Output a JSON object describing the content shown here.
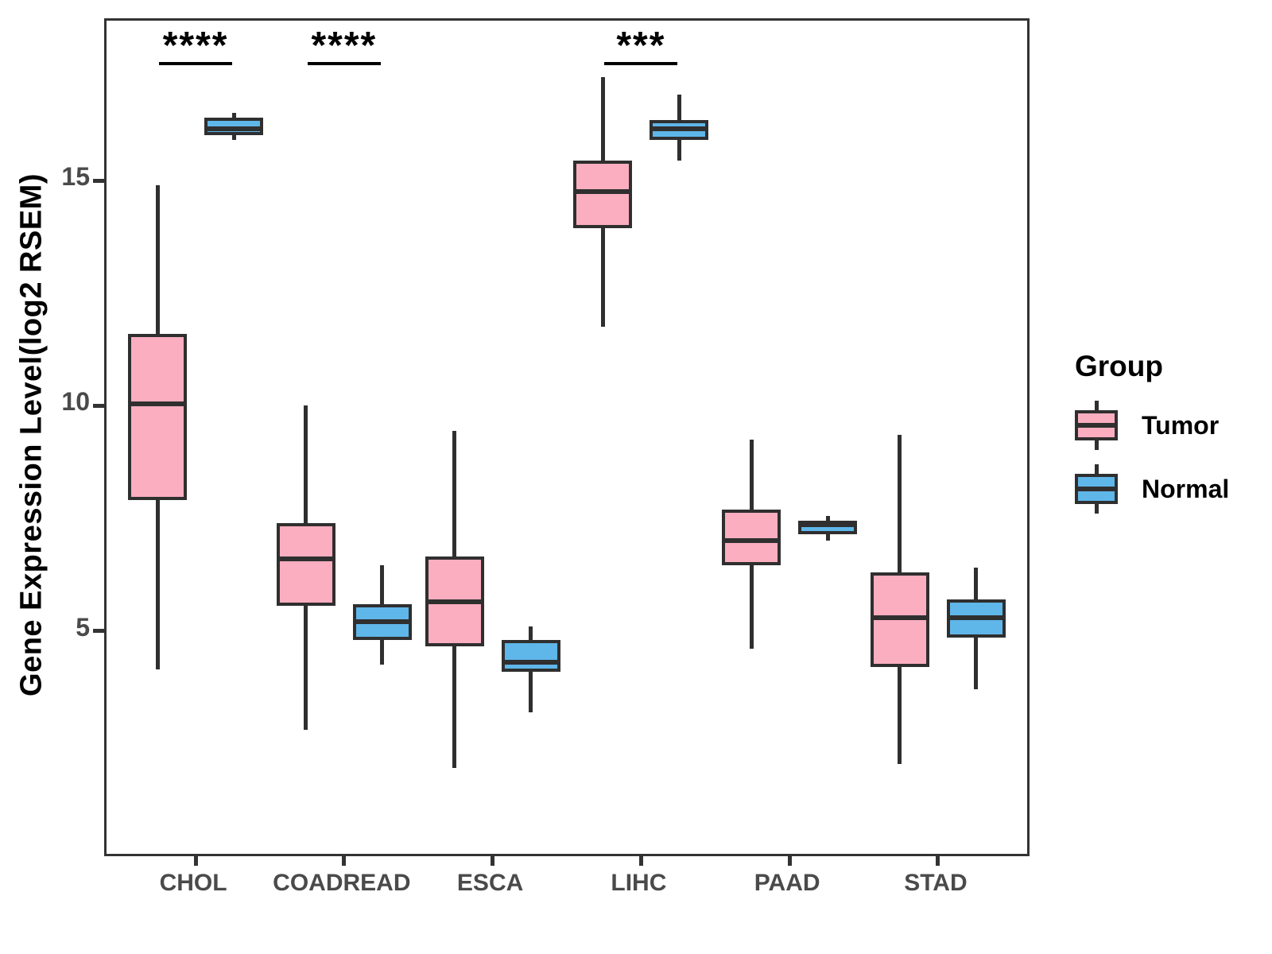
{
  "chart_data": {
    "type": "boxplot",
    "title": "",
    "xlabel": "",
    "ylabel": "Gene Expression Level(log2 RSEM)",
    "y_ticks": [
      5,
      10,
      15
    ],
    "y_range": [
      0.05,
      18.55
    ],
    "grid": "off",
    "categories": [
      "CHOL",
      "COADREAD",
      "ESCA",
      "LIHC",
      "PAAD",
      "STAD"
    ],
    "series": [
      {
        "name": "Tumor",
        "color": "#FAAEC0",
        "boxes": [
          {
            "category": "CHOL",
            "min": 4.15,
            "q1": 7.9,
            "median": 10.05,
            "q3": 11.6,
            "max": 14.9
          },
          {
            "category": "COADREAD",
            "min": 2.8,
            "q1": 5.55,
            "median": 6.6,
            "q3": 7.4,
            "max": 10.0
          },
          {
            "category": "ESCA",
            "min": 1.95,
            "q1": 4.65,
            "median": 5.65,
            "q3": 6.65,
            "max": 9.45
          },
          {
            "category": "LIHC",
            "min": 11.75,
            "q1": 13.95,
            "median": 14.75,
            "q3": 15.45,
            "max": 17.3
          },
          {
            "category": "PAAD",
            "min": 4.6,
            "q1": 6.45,
            "median": 7.0,
            "q3": 7.7,
            "max": 9.25
          },
          {
            "category": "STAD",
            "min": 2.05,
            "q1": 4.2,
            "median": 5.3,
            "q3": 6.3,
            "max": 9.35
          }
        ]
      },
      {
        "name": "Normal",
        "color": "#5FB6E9",
        "boxes": [
          {
            "category": "CHOL",
            "min": 15.9,
            "q1": 16.0,
            "median": 16.15,
            "q3": 16.4,
            "max": 16.5
          },
          {
            "category": "COADREAD",
            "min": 4.25,
            "q1": 4.8,
            "median": 5.2,
            "q3": 5.6,
            "max": 6.45
          },
          {
            "category": "ESCA",
            "min": 3.2,
            "q1": 4.1,
            "median": 4.3,
            "q3": 4.8,
            "max": 5.1
          },
          {
            "category": "LIHC",
            "min": 15.45,
            "q1": 15.9,
            "median": 16.15,
            "q3": 16.35,
            "max": 16.9
          },
          {
            "category": "PAAD",
            "min": 7.0,
            "q1": 7.15,
            "median": 7.35,
            "q3": 7.45,
            "max": 7.55
          },
          {
            "category": "STAD",
            "min": 3.7,
            "q1": 4.85,
            "median": 5.3,
            "q3": 5.7,
            "max": 6.4
          }
        ]
      }
    ],
    "annotations": [
      {
        "category": "CHOL",
        "label": "****",
        "bar_y": 17.63
      },
      {
        "category": "COADREAD",
        "label": "****",
        "bar_y": 17.63
      },
      {
        "category": "LIHC",
        "label": "***",
        "bar_y": 17.63
      }
    ],
    "legend": {
      "title": "Group",
      "position": "right",
      "entries": [
        {
          "label": "Tumor",
          "color": "#FAAEC0"
        },
        {
          "label": "Normal",
          "color": "#5FB6E9"
        }
      ]
    },
    "colors": {
      "box_border": "#2F2F2F",
      "axis": "#333333",
      "tick_label": "#4A4A4A"
    }
  }
}
